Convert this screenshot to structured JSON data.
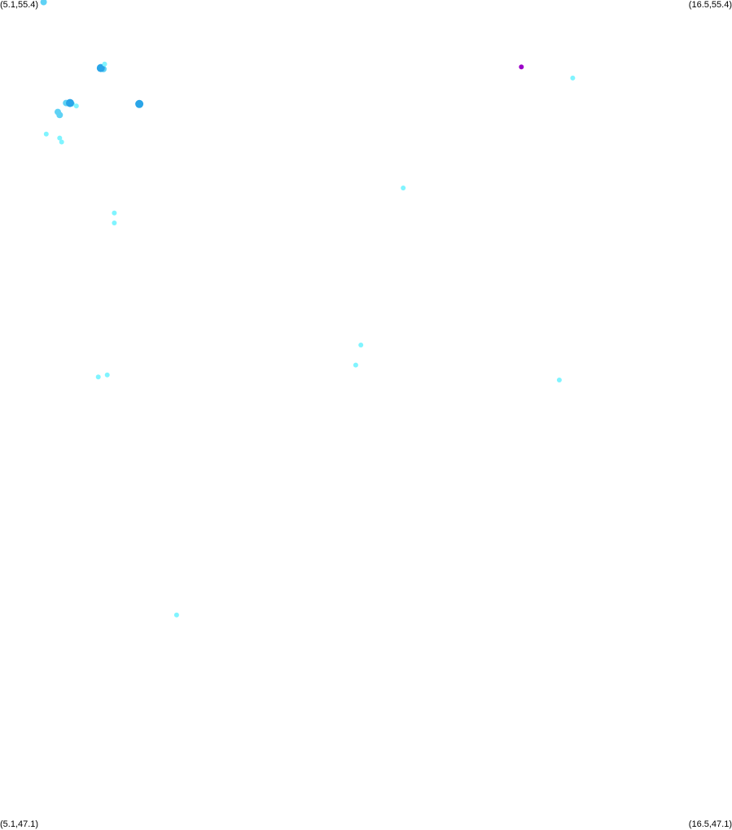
{
  "map": {
    "corner_labels": {
      "top_left": "(5.1,55.4)",
      "top_right": "(16.5,55.4)",
      "bottom_left": "(5.1,47.1)",
      "bottom_right": "(16.5,47.1)"
    },
    "colors": {
      "background": "#ffffff",
      "level_low": "#80f4ff",
      "level_mid": "#5fd2f5",
      "level_high": "#2aa5e8",
      "level_peak": "#9b00c8"
    },
    "echoes": [
      {
        "lon": 5.78,
        "lat": 55.38,
        "level": "mid"
      },
      {
        "lon": 6.71,
        "lat": 54.71,
        "level": "mid"
      },
      {
        "lon": 6.67,
        "lat": 54.72,
        "level": "high"
      },
      {
        "lon": 6.73,
        "lat": 54.76,
        "level": "low"
      },
      {
        "lon": 6.23,
        "lat": 54.36,
        "level": "low"
      },
      {
        "lon": 6.13,
        "lat": 54.37,
        "level": "mid"
      },
      {
        "lon": 6.19,
        "lat": 54.37,
        "level": "high"
      },
      {
        "lon": 6.29,
        "lat": 54.34,
        "level": "low"
      },
      {
        "lon": 7.27,
        "lat": 54.36,
        "level": "high"
      },
      {
        "lon": 6.0,
        "lat": 54.28,
        "level": "mid"
      },
      {
        "lon": 6.03,
        "lat": 54.25,
        "level": "mid"
      },
      {
        "lon": 6.03,
        "lat": 54.02,
        "level": "low"
      },
      {
        "lon": 6.06,
        "lat": 53.98,
        "level": "low"
      },
      {
        "lon": 5.82,
        "lat": 54.06,
        "level": "low"
      },
      {
        "lon": 6.88,
        "lat": 53.27,
        "level": "low"
      },
      {
        "lon": 6.88,
        "lat": 53.17,
        "level": "low"
      },
      {
        "lon": 10.72,
        "lat": 51.95,
        "level": "low"
      },
      {
        "lon": 10.64,
        "lat": 51.75,
        "level": "low"
      },
      {
        "lon": 6.63,
        "lat": 51.63,
        "level": "low"
      },
      {
        "lon": 6.77,
        "lat": 51.65,
        "level": "low"
      },
      {
        "lon": 13.81,
        "lat": 51.6,
        "level": "low"
      },
      {
        "lon": 7.85,
        "lat": 49.25,
        "level": "low"
      },
      {
        "lon": 11.38,
        "lat": 53.52,
        "level": "low"
      },
      {
        "lon": 14.02,
        "lat": 54.62,
        "level": "low"
      },
      {
        "lon": 13.22,
        "lat": 54.73,
        "level": "peak"
      }
    ]
  }
}
